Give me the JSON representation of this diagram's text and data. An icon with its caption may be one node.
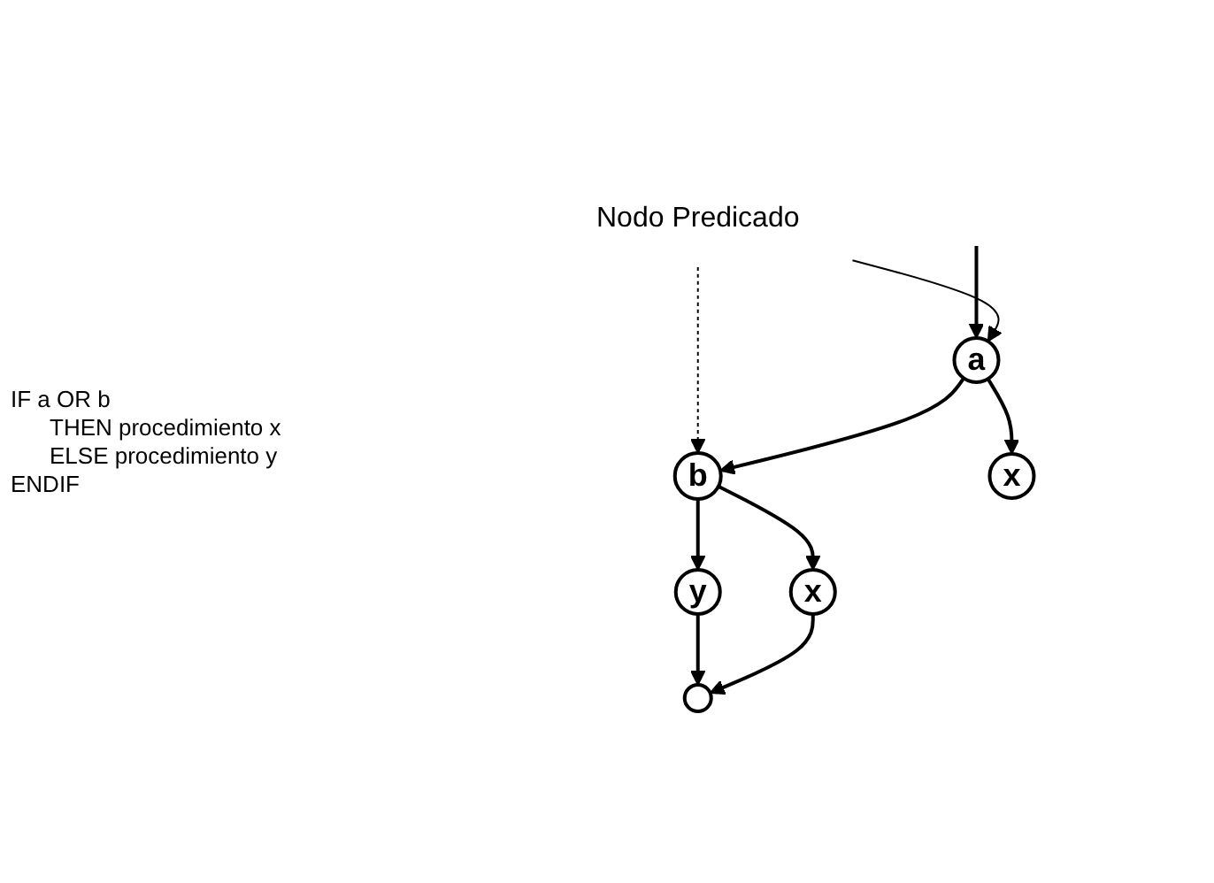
{
  "diagram": {
    "nodes": [
      {
        "text": [
          "Nodo Predicado"
        ]
      },
      {
        "text": [
          "a"
        ]
      },
      {
        "text": [
          "b"
        ]
      },
      {
        "text": [
          "x"
        ]
      },
      {
        "text": [
          "y"
        ]
      },
      {
        "text": [
          "x"
        ]
      },
      {
        "text": [],
        "shape": "circle"
      }
    ],
    "edges": [
      {
        "from": null,
        "to": 1,
        "arrow": "to"
      },
      {
        "from": 0,
        "to": 1,
        "arrow": "to"
      },
      {
        "from": 0,
        "to": 2,
        "arrow": "to",
        "style": "dashed"
      },
      {
        "from": 1,
        "to": 2,
        "arrow": "to"
      },
      {
        "from": 1,
        "to": 3,
        "arrow": "to"
      },
      {
        "from": 2,
        "to": 4,
        "arrow": "to"
      },
      {
        "from": 2,
        "to": 5,
        "arrow": "to"
      },
      {
        "from": 4,
        "to": 6,
        "arrow": "to"
      },
      {
        "from": 5,
        "to": 6,
        "arrow": "to"
      }
    ],
    "labels": [
      "IF a OR b",
      "THEN procedimiento x",
      "ELSE procedimiento y",
      "ENDIF"
    ]
  }
}
